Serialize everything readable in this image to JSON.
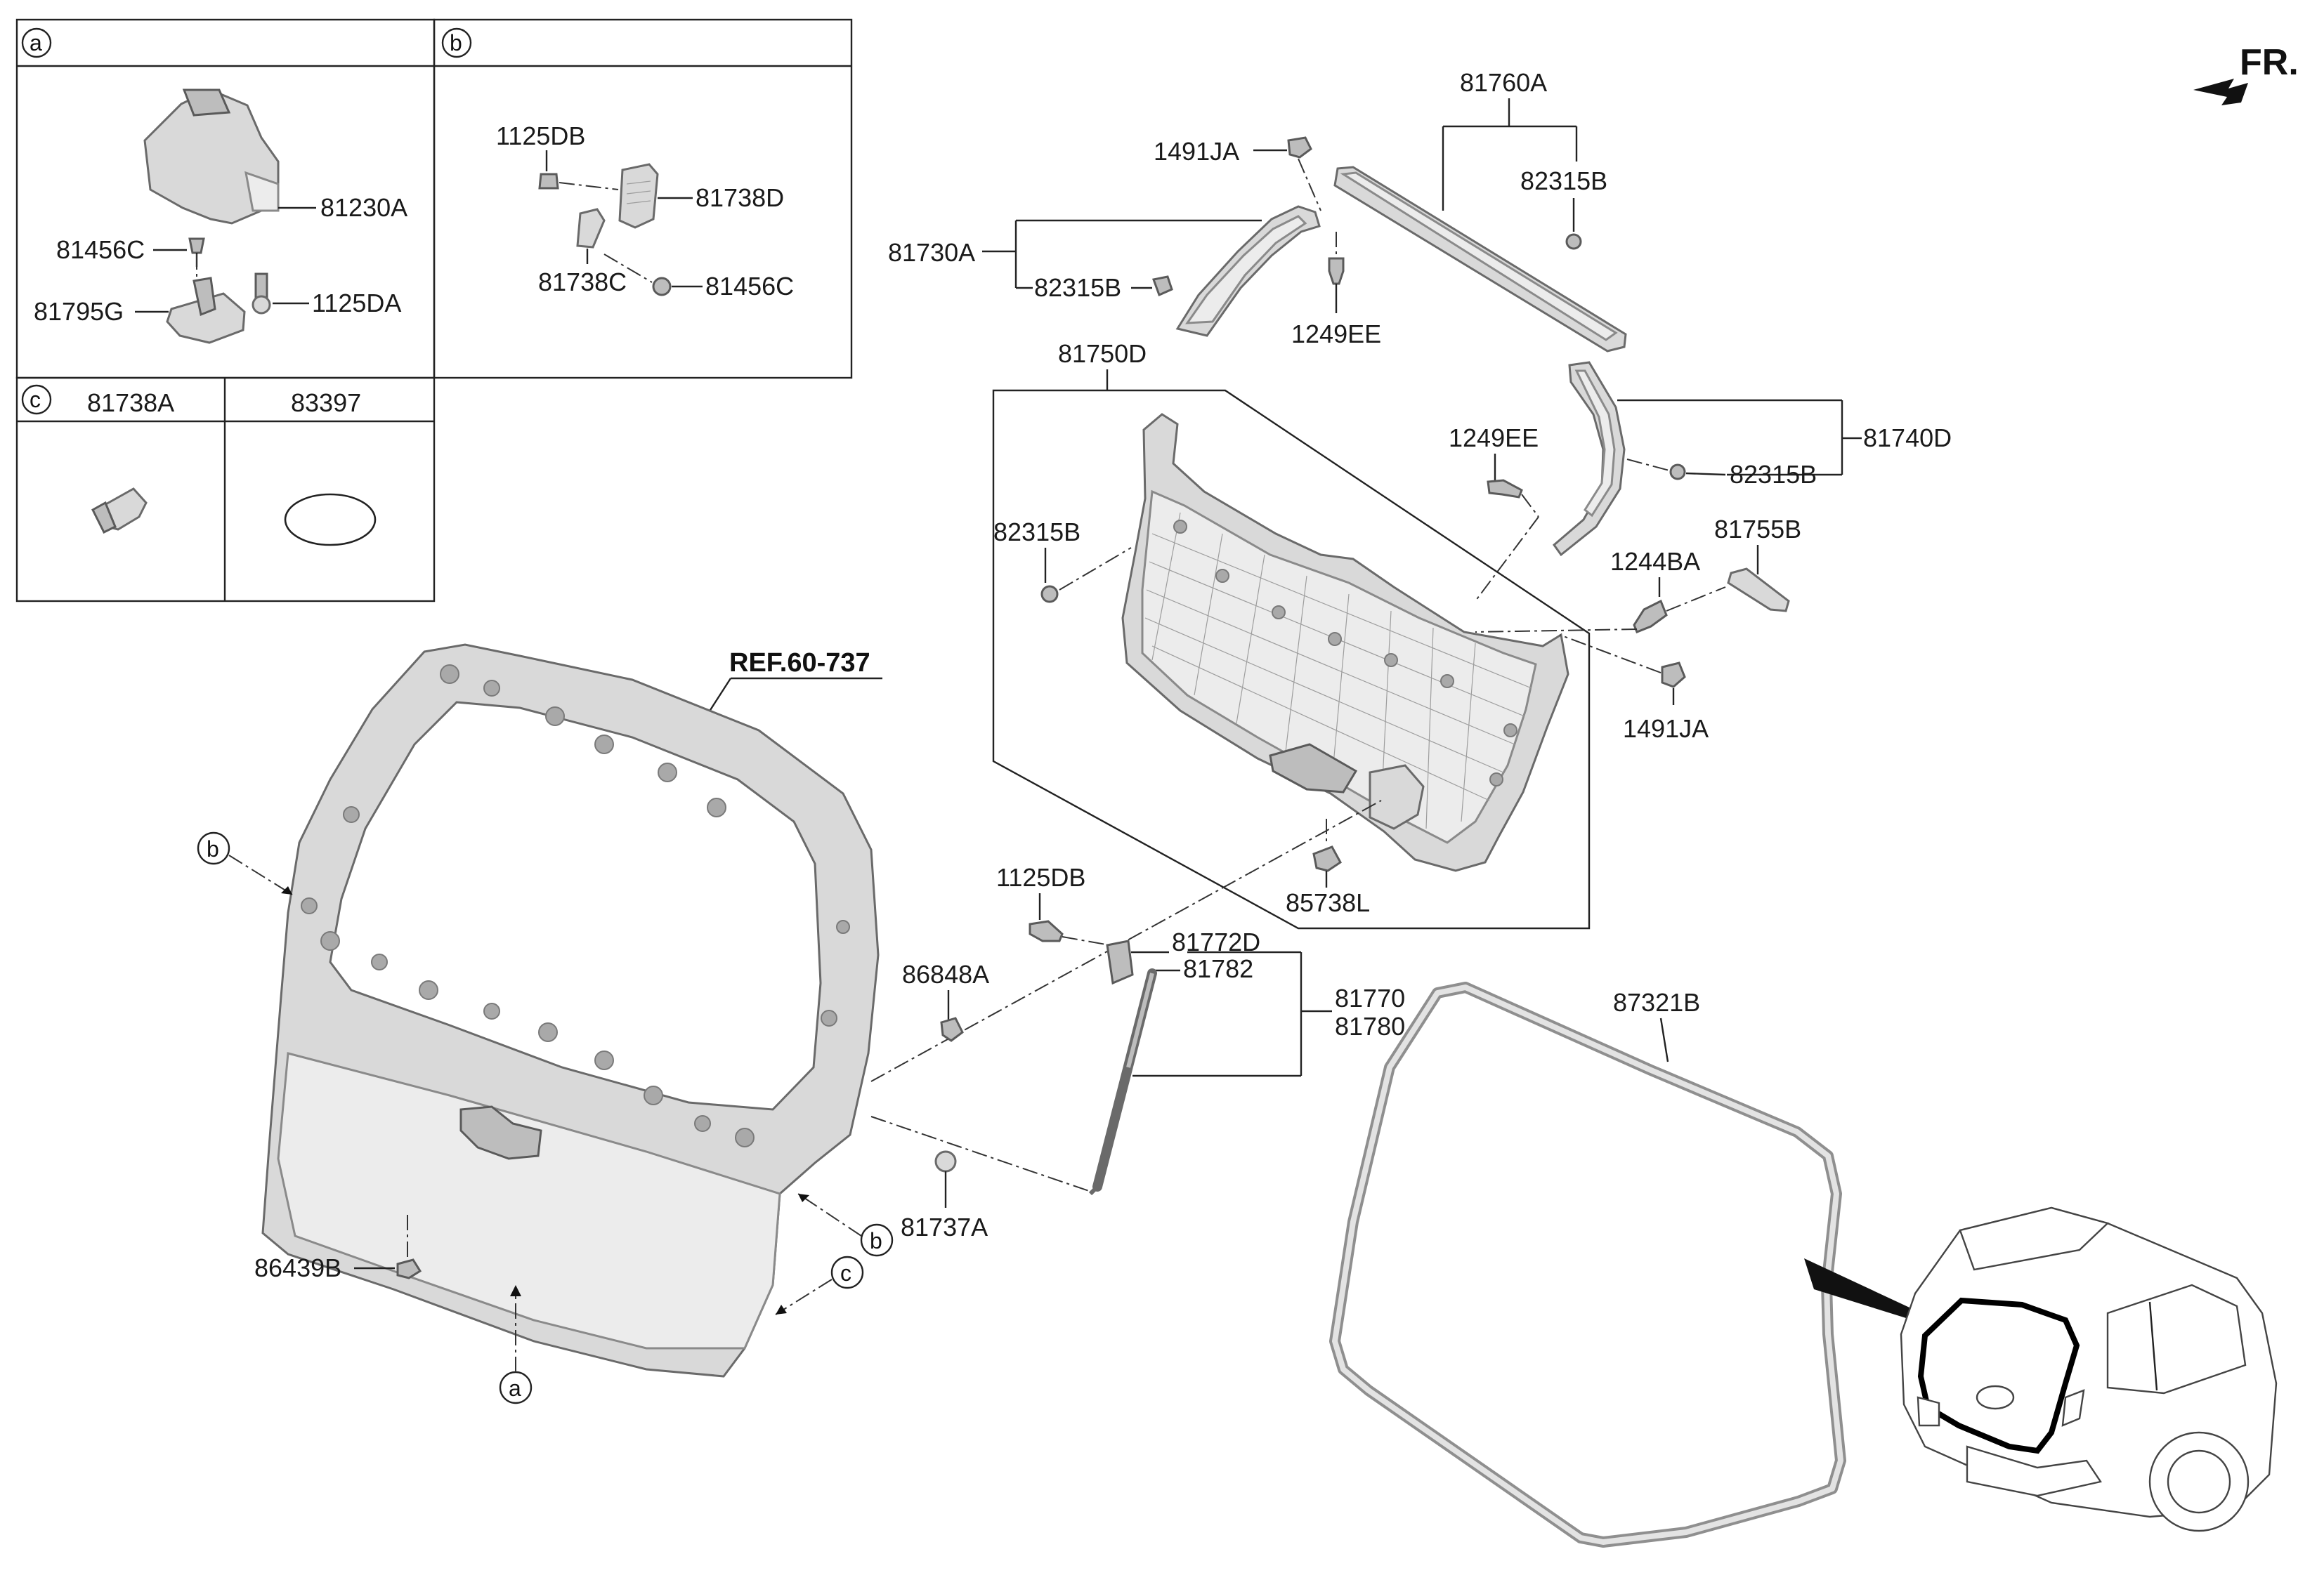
{
  "fr_label": "FR.",
  "ref_label": "REF.60-737",
  "callouts": {
    "a": "a",
    "b": "b",
    "c": "c"
  },
  "inset_a": {
    "letter": "a",
    "parts": [
      "81230A",
      "81456C",
      "81795G",
      "1125DA"
    ]
  },
  "inset_b": {
    "letter": "b",
    "parts": [
      "1125DB",
      "81738D",
      "81738C",
      "81456C"
    ]
  },
  "inset_c": {
    "letter": "c",
    "parts": [
      "81738A",
      "83397"
    ]
  },
  "main_parts": {
    "p81760A": "81760A",
    "p1491JA_top": "1491JA",
    "p82315B_1": "82315B",
    "p81730A": "81730A",
    "p82315B_2": "82315B",
    "p1249EE_1": "1249EE",
    "p81750D": "81750D",
    "p1249EE_2": "1249EE",
    "p81740D": "81740D",
    "p82315B_3": "82315B",
    "p82315B_4": "82315B",
    "p81755B": "81755B",
    "p1244BA": "1244BA",
    "p1491JA_bot": "1491JA",
    "p85738L": "85738L",
    "p1125DB": "1125DB",
    "p81772D": "81772D",
    "p81782": "81782",
    "p86848A": "86848A",
    "p81770": "81770",
    "p81780": "81780",
    "p87321B": "87321B",
    "p81737A": "81737A",
    "p86439B": "86439B"
  }
}
